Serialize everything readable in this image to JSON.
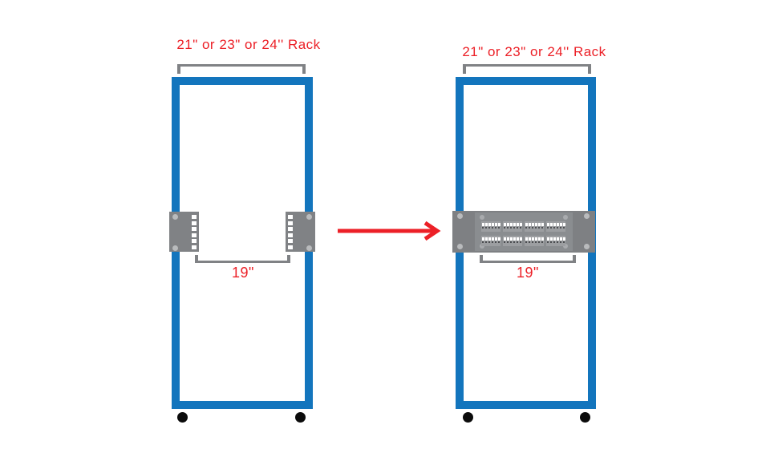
{
  "colors": {
    "background": "#FFFFFF",
    "rack_blue": "#1375BD",
    "label_red": "#EC2027",
    "dim_gray": "#808285",
    "panel_gray": "#7E8083",
    "panel_face_gray": "#8A8D90",
    "block_gray": "#9C9EA1",
    "screw_gray": "#B9BBBD",
    "face_screw_gray": "#A9ABAE",
    "port_dark": "#4B4D50",
    "wheel_black": "#0B0B0B"
  },
  "left_rack": {
    "width_label": "21\" or 23\" or 24'' Rack",
    "mount_width_label": "19\""
  },
  "right_rack": {
    "width_label": "21\" or 23\" or 24'' Rack",
    "mount_width_label": "19\""
  },
  "arrow": {
    "icon": "arrow-right-icon",
    "direction": "right"
  },
  "hardware": {
    "rail_hole_count": 6,
    "rail_screws_per_rail": 2,
    "wheels_per_rack": 2,
    "panel": {
      "block_rows": 2,
      "block_cols": 4,
      "ports_per_block": 6,
      "ear_screws": 4,
      "face_screws": 4
    }
  }
}
